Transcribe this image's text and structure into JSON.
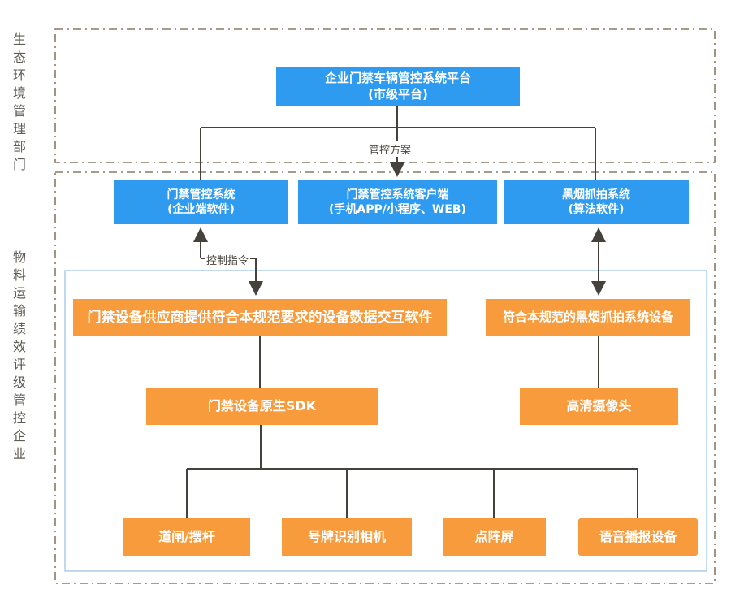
{
  "diagram": {
    "side_labels": {
      "department": "生态环境管理部门",
      "enterprise": "物料运输绩效评级管控企业"
    },
    "platform": {
      "line1": "企业门禁车辆管控系统平台",
      "line2": "(市级平台)"
    },
    "edge_labels": {
      "plan": "管控方案",
      "control": "控制指令"
    },
    "systems": [
      {
        "line1": "门禁管控系统",
        "line2": "(企业端软件)"
      },
      {
        "line1": "门禁管控系统客户端",
        "line2": "(手机APP/小程序、WEB)"
      },
      {
        "line1": "黑烟抓拍系统",
        "line2": "(算法软件)"
      }
    ],
    "devices": {
      "access_software": "门禁设备供应商提供符合本规范要求的设备数据交互软件",
      "smoke_device": "符合本规范的黑烟抓拍系统设备",
      "sdk": "门禁设备原生SDK",
      "camera": "高清摄像头",
      "peripherals": [
        "道闸/摆杆",
        "号牌识别相机",
        "点阵屏",
        "语音播报设备"
      ]
    },
    "colors": {
      "system_box": "#2E9BF0",
      "device_box": "#F79B3D",
      "boundary_dash": "#8A7A66",
      "device_layer_border": "#A6C9EC",
      "connector": "#45413C",
      "side_label_text": "#5F5B55"
    }
  }
}
